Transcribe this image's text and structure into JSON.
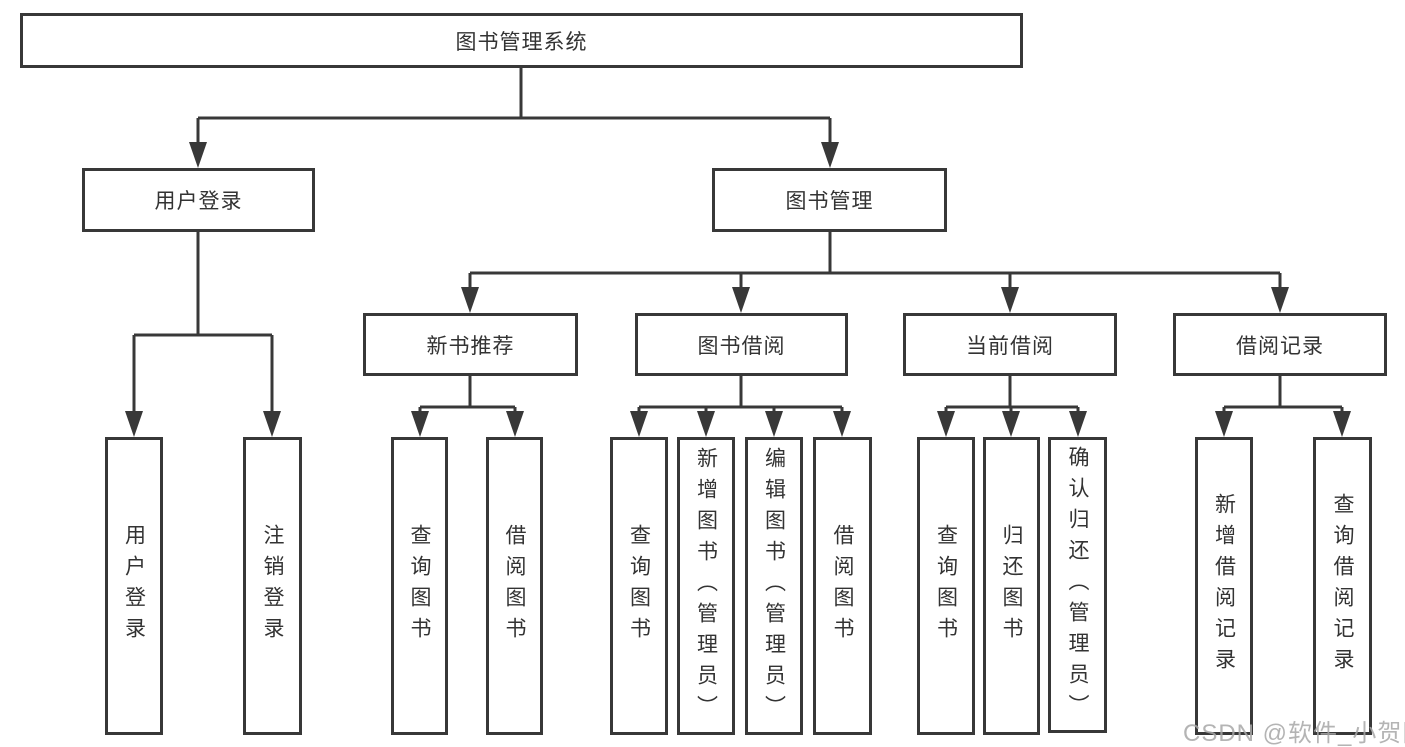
{
  "diagram": {
    "root": {
      "label": "图书管理系统",
      "children": [
        {
          "label": "用户登录",
          "children": [
            {
              "label": "用户登录"
            },
            {
              "label": "注销登录"
            }
          ]
        },
        {
          "label": "图书管理",
          "children": [
            {
              "label": "新书推荐",
              "children": [
                {
                  "label": "查询图书"
                },
                {
                  "label": "借阅图书"
                }
              ]
            },
            {
              "label": "图书借阅",
              "children": [
                {
                  "label": "查询图书"
                },
                {
                  "label": "新增图书（管理员）"
                },
                {
                  "label": "编辑图书（管理员）"
                },
                {
                  "label": "借阅图书"
                }
              ]
            },
            {
              "label": "当前借阅",
              "children": [
                {
                  "label": "查询图书"
                },
                {
                  "label": "归还图书"
                },
                {
                  "label": "确认归还（管理员）"
                }
              ]
            },
            {
              "label": "借阅记录",
              "children": [
                {
                  "label": "新增借阅记录"
                },
                {
                  "label": "查询借阅记录"
                }
              ]
            }
          ]
        }
      ]
    },
    "line_color": "#383838"
  },
  "watermark": {
    "text": "CSDN @软件_小贺同学"
  }
}
